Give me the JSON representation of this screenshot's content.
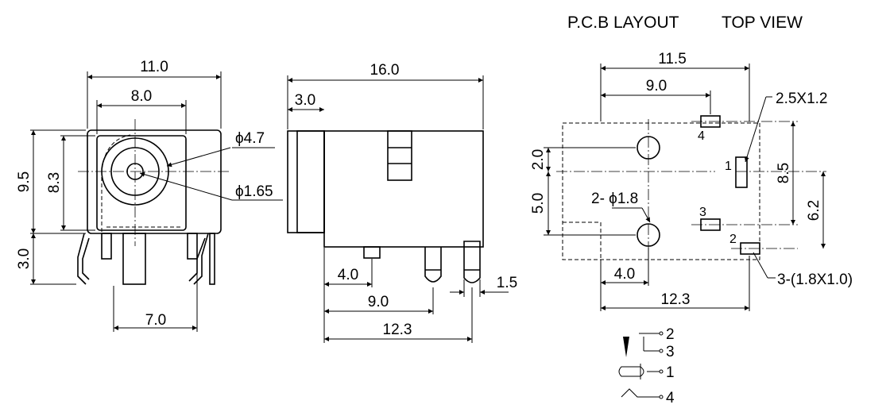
{
  "titles": {
    "pcb_layout": "P.C.B LAYOUT",
    "top_view": "TOP VIEW"
  },
  "front_view": {
    "width_outer": "11.0",
    "width_inner": "8.0",
    "height_total": "9.5",
    "height_inner": "8.3",
    "pin_height": "3.0",
    "pin_spacing": "7.0",
    "hole_diameter": "ϕ4.7",
    "pin_diameter": "ϕ1.65"
  },
  "side_view": {
    "length_total": "16.0",
    "flange": "3.0",
    "pin_pos_1": "4.0",
    "pin_pos_2": "9.0",
    "pin_pos_3": "12.3",
    "pin_width": "1.5"
  },
  "pcb_layout": {
    "width_outer": "11.5",
    "width_inner": "9.0",
    "pad_size_top": "2.5X1.2",
    "pad_size_bottom": "3-(1.8X1.0)",
    "hole_spacing_a": "2.0",
    "hole_spacing_b": "5.0",
    "hole_diameter": "2- ϕ1.8",
    "pad_spacing_a": "8.5",
    "pad_spacing_b": "6.2",
    "offset": "4.0",
    "length": "12.3",
    "pad_labels": [
      "1",
      "2",
      "3",
      "4"
    ]
  },
  "schematic": {
    "pin_labels": [
      "2",
      "3",
      "1",
      "4"
    ]
  }
}
